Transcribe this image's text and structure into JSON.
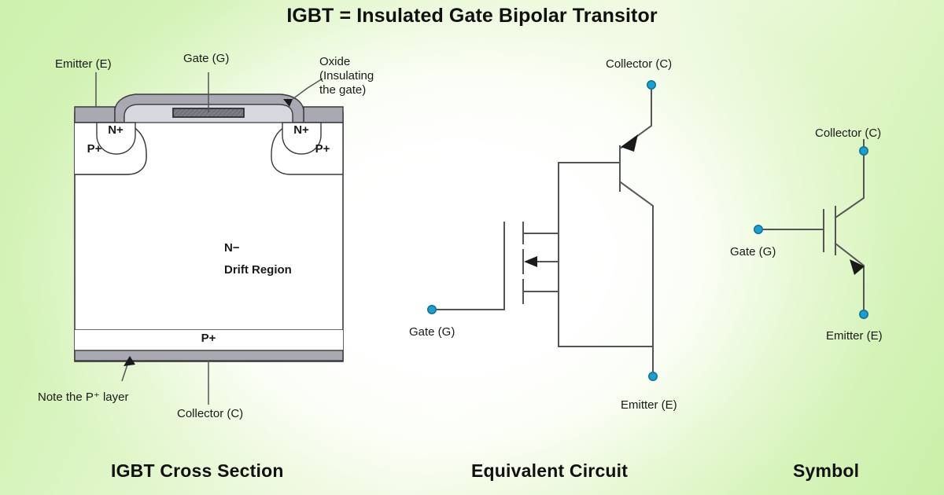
{
  "title": "IGBT = Insulated Gate Bipolar Transitor",
  "background": {
    "edge_color": "#c9f0a8",
    "center_color": "#ffffff"
  },
  "palette": {
    "line": "#555555",
    "metal_gray": "#a9a9b4",
    "oxide_gray": "#d4d4dc",
    "gate_electrode": "#7d7d85",
    "terminal_dot": "#1a9fd4",
    "text": "#1a1a1a"
  },
  "panels": [
    {
      "id": "cross-section",
      "caption": "IGBT Cross Section"
    },
    {
      "id": "equivalent-circuit",
      "caption": "Equivalent Circuit"
    },
    {
      "id": "symbol",
      "caption": "Symbol"
    }
  ],
  "cross_section": {
    "labels": {
      "emitter": "Emitter (E)",
      "gate": "Gate (G)",
      "oxide_line1": "Oxide",
      "oxide_line2": "(Insulating",
      "oxide_line3": "the gate)",
      "n_plus_left": "N+",
      "n_plus_right": "N+",
      "p_plus_left": "P+",
      "p_plus_right": "P+",
      "drift_symbol": "N−",
      "drift_region": "Drift Region",
      "p_plus_bottom": "P+",
      "note": "Note the P⁺ layer",
      "collector": "Collector (C)"
    }
  },
  "equivalent_circuit": {
    "labels": {
      "collector": "Collector (C)",
      "gate": "Gate (G)",
      "emitter": "Emitter (E)"
    }
  },
  "symbol": {
    "labels": {
      "collector": "Collector (C)",
      "gate": "Gate (G)",
      "emitter": "Emitter (E)"
    }
  }
}
